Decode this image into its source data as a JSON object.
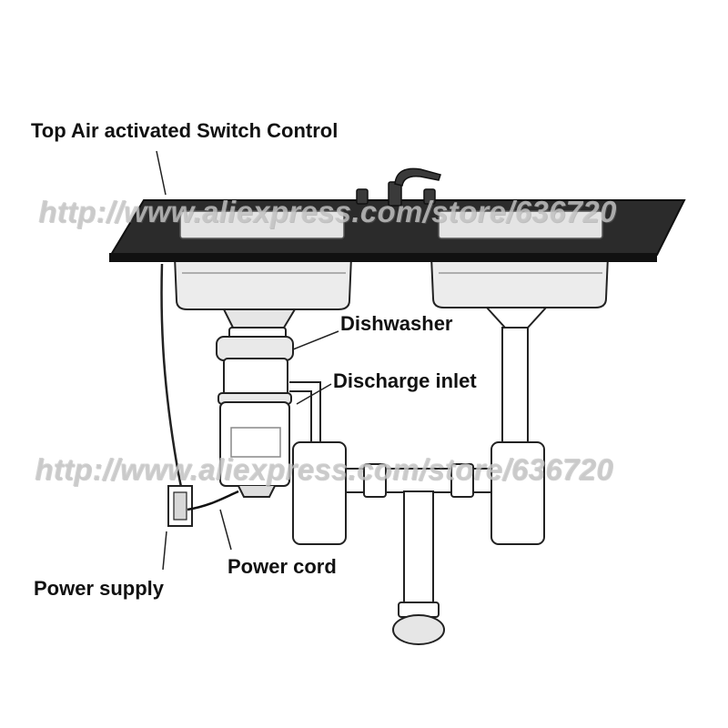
{
  "labels": {
    "switch_control": "Top Air activated Switch Control",
    "dishwasher": "Dishwasher",
    "discharge_inlet": "Discharge inlet",
    "power_cord": "Power cord",
    "power_supply": "Power supply"
  },
  "watermark": {
    "text": "http://www.aliexpress.com/store/636720"
  },
  "colors": {
    "countertop": "#2b2b2b",
    "line": "#222222",
    "fill": "#ffffff",
    "basin": "#ececec"
  }
}
